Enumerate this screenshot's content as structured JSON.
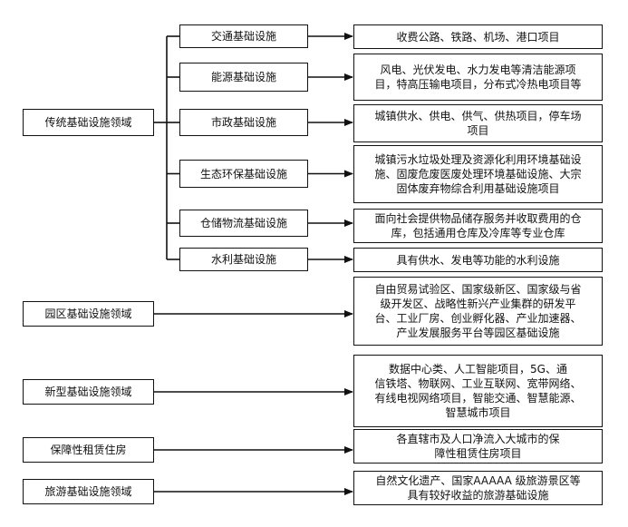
{
  "categories": [
    {
      "label": "传统基础设施领域",
      "subcategories": [
        {
          "label": "交通基础设施",
          "description": "收费公路、铁路、机场、港口项目"
        },
        {
          "label": "能源基础设施",
          "description": "风电、光伏发电、水力发电等清洁能源项\n目，特高压输电项目，分布式冷热电项目等"
        },
        {
          "label": "市政基础设施",
          "description": "城镇供水、供电、供气、供热项目，停车场\n项目"
        },
        {
          "label": "生态环保基础设施",
          "description": "城镇污水垃圾处理及资源化利用环境基础设\n施、固废危废医废处理环境基础设施、大宗\n固体废弃物综合利用基础设施项目"
        },
        {
          "label": "仓储物流基础设施",
          "description": "面向社会提供物品储存服务并收取费用的仓\n库，包括通用仓库及冷库等专业仓库"
        },
        {
          "label": "水利基础设施",
          "description": "具有供水、发电等功能的水利设施"
        }
      ]
    },
    {
      "label": "园区基础设施领域",
      "description": "自由贸易试验区、国家级新区、国家级与省\n级开发区、战略性新兴产业集群的研发平\n台、工业厂房、创业孵化器、产业加速器、\n产业发展服务平台等园区基础设施"
    },
    {
      "label": "新型基础设施领域",
      "description": "数据中心类、人工智能项目，5G、通\n信铁塔、物联网、工业互联网、宽带网络、\n有线电视网络项目，智能交通、智慧能源、\n智慧城市项目"
    },
    {
      "label": "保障性租赁住房",
      "description": "各直辖市及人口净流入大城市的保\n障性租赁住房项目"
    },
    {
      "label": "旅游基础设施领域",
      "description": "自然文化遗产、国家AAAAA 级旅游景区等\n具有较好收益的旅游基础设施"
    }
  ]
}
